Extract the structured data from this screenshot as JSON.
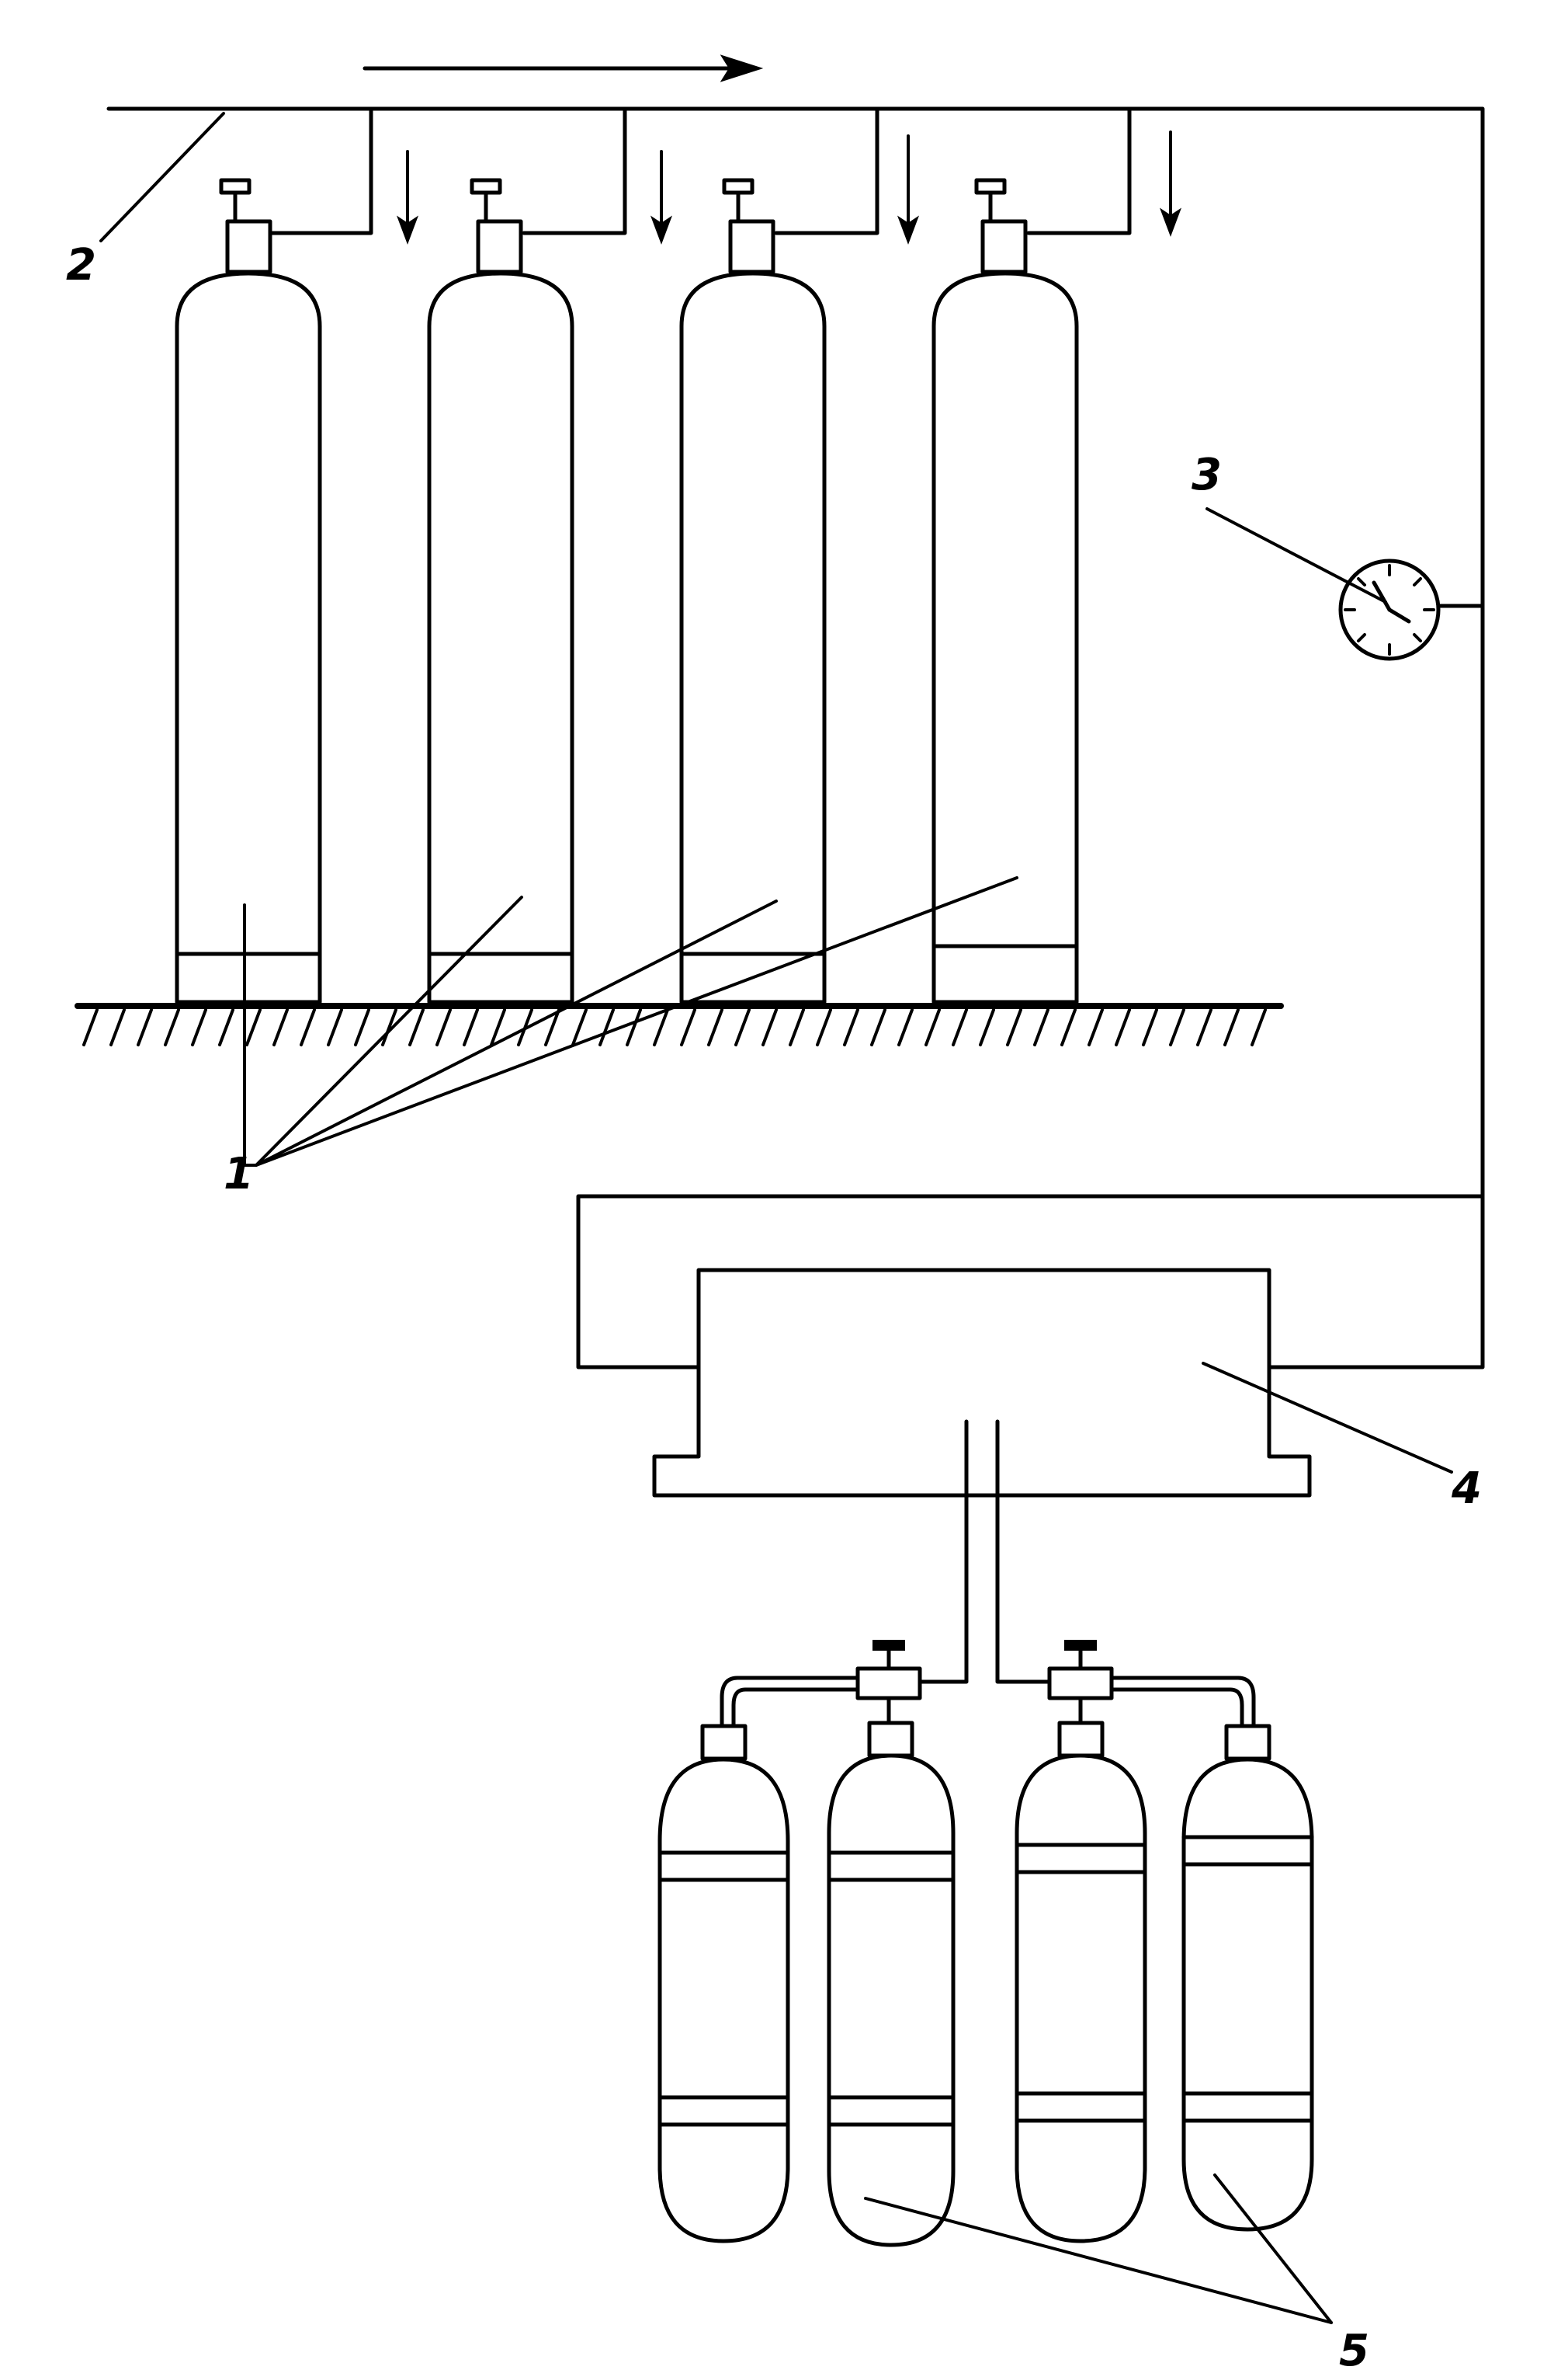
{
  "labels": {
    "cylinders_source": "1",
    "manifold": "2",
    "pressure_gauge": "3",
    "compressor": "4",
    "cylinders_target": "5"
  }
}
